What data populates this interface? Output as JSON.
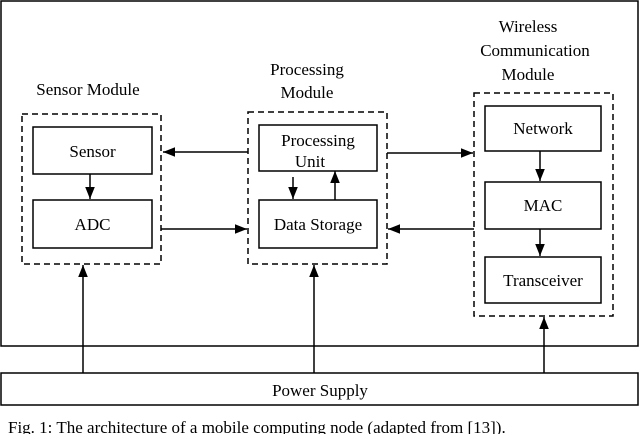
{
  "modules": {
    "sensor": {
      "title": [
        "Sensor Module"
      ],
      "blocks": {
        "sensor": "Sensor",
        "adc": "ADC"
      }
    },
    "processing": {
      "title": [
        "Processing",
        "Module"
      ],
      "blocks": {
        "unit": [
          "Processing",
          "Unit"
        ],
        "storage": "Data Storage"
      }
    },
    "wireless": {
      "title": [
        "Wireless",
        "Communication",
        "Module"
      ],
      "blocks": {
        "network": "Network",
        "mac": "MAC",
        "transceiver": "Transceiver"
      }
    }
  },
  "power_supply": "Power Supply",
  "caption": "Fig. 1: The architecture of a mobile computing node (adapted from [13])."
}
